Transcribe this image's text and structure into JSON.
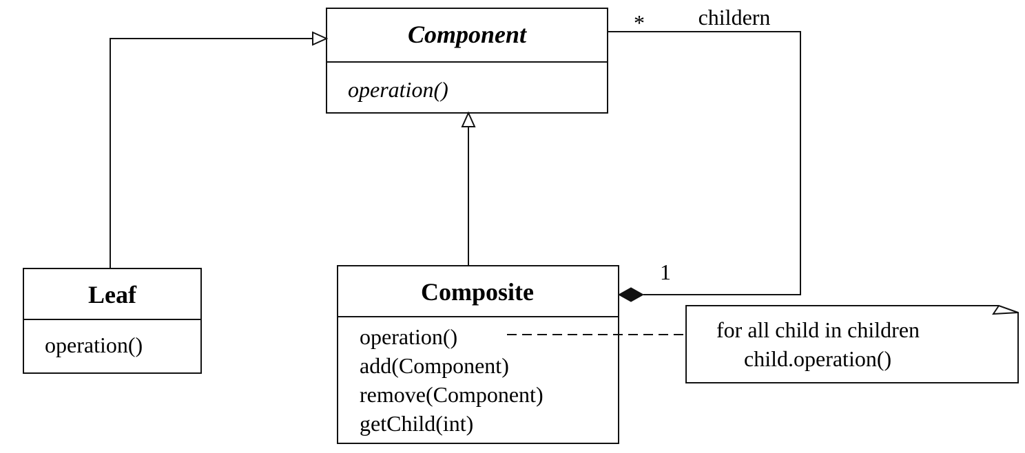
{
  "classes": {
    "component": {
      "name": "Component",
      "operations": [
        "operation()"
      ]
    },
    "leaf": {
      "name": "Leaf",
      "operations": [
        "operation()"
      ]
    },
    "composite": {
      "name": "Composite",
      "operations": [
        "operation()",
        "add(Component)",
        "remove(Component)",
        "getChild(int)"
      ]
    }
  },
  "association": {
    "role_name": "childern",
    "multiplicity_many": "*",
    "multiplicity_one": "1"
  },
  "note": {
    "lines": [
      "for all child in children",
      "child.operation()"
    ]
  }
}
